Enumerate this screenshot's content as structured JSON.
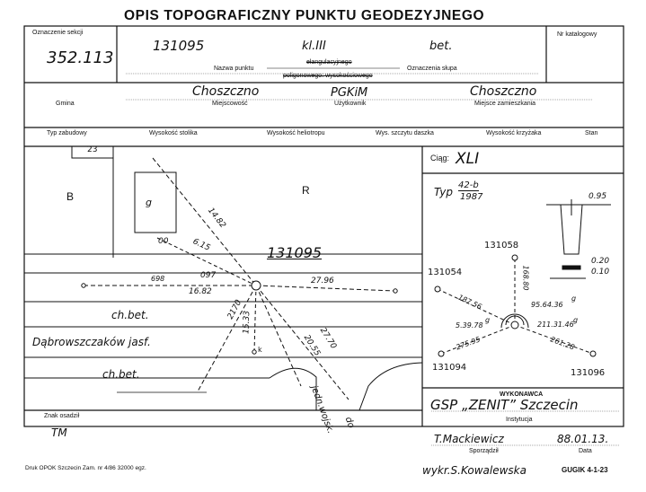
{
  "header": {
    "title": "OPIS TOPOGRAFICZNY PUNKTU GEODEZYJNEGO",
    "section_label": "Oznaczenie sekcji",
    "section_value": "352.113",
    "catalog_label": "Nr katalogowy"
  },
  "point": {
    "number": "131095",
    "class": "kl.III",
    "marker": "bet.",
    "name_label": "Nazwa punktu",
    "type_struck_1": "ełangulacyjnego",
    "type_struck_2": "poligonowego: wysokościowego",
    "marking_label": "Oznaczenia słupa"
  },
  "location": {
    "gmina_label": "Gmina",
    "gmina": "Choszczno",
    "miejscowosc_label": "Miejscowość",
    "uzytkownik_label": "Użytkownik",
    "uzytkownik": "PGKiM",
    "zamieszkania_label": "Miejsce zamieszkania",
    "zamieszkania": "Choszczno"
  },
  "columns": [
    "Typ zabudowy",
    "Wysokość stolika",
    "Wysokość heliotropu",
    "Wys. szczytu daszka",
    "Wysokość krzyżaka",
    "Stan"
  ],
  "map": {
    "lot_b": "B",
    "lot_r": "R",
    "building": "g",
    "house_no": "23",
    "point_label": "131095",
    "road_label_1": "ch.bet.",
    "street": "Dąbrowszczaków jasf.",
    "road_label_2": "ch.bet.",
    "jedn": "jedn.wojsk.",
    "do": "do",
    "k": "k",
    "d_1482": "14.82",
    "d_615": "6.15",
    "d_00a": "00",
    "d_097": "097",
    "d_698": "698",
    "d_1682": "16.82",
    "d_2796": "27.96",
    "d_2170": "2170",
    "d_1533": "15.33",
    "d_2055": "20.55",
    "d_2770": "27.70"
  },
  "marker_note": {
    "label": "Znak osadził",
    "value": "TM"
  },
  "ciag": {
    "label": "Ciąg:",
    "value": "XLI"
  },
  "typ": {
    "label": "Typ",
    "numerator": "42-b",
    "denominator": "1987"
  },
  "monument": {
    "d095": "0.95",
    "d020": "0.20",
    "d010": "0.10"
  },
  "network": {
    "n_top": "131058",
    "n_left": "131054",
    "n_bl": "131094",
    "n_br": "131096",
    "angle_top": "168.80",
    "a1": "95.64.36",
    "g1": "g",
    "dist_left": "187.56",
    "ang_left": "5.39.78",
    "g2": "g",
    "ang_right": "211.31.46",
    "g3": "g",
    "dist_bl": "275.95",
    "dist_br": "261.28"
  },
  "contractor": {
    "label": "WYKONAWCA",
    "name": "GSP „ZENIT”  Szczecin",
    "institution_label": "Instytucja",
    "author": "T.Mackiewicz",
    "date": "88.01.13.",
    "author_label": "Sporządził",
    "date_label": "Data"
  },
  "footer": {
    "print": "Druk OPOK Szczecin Zam. nr 4/86  32000 egz.",
    "signature": "wykr.S.Kowalewska",
    "code": "GUGIK 4-1-23"
  }
}
